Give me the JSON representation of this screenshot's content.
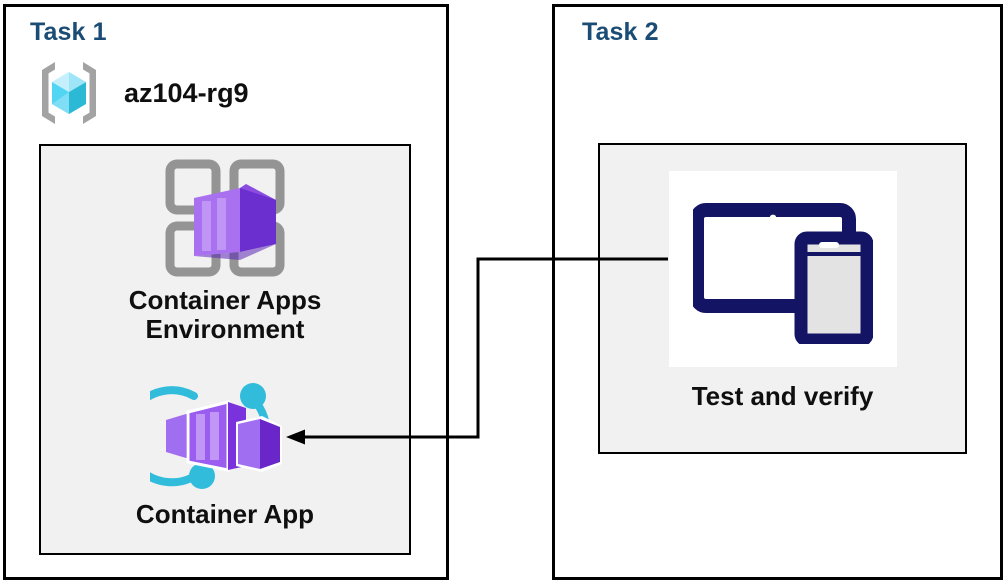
{
  "diagram": {
    "title_color": "#1a4c75",
    "background": "#ffffff",
    "panel_background": "#f1f1f1",
    "border_color": "#000000"
  },
  "task1": {
    "title": "Task 1",
    "resource_group": {
      "label": "az104-rg9",
      "icon": "resource-group-icon",
      "icon_colors": {
        "bracket": "#a3a3a3",
        "cube_light": "#9fe5f8",
        "cube_mid": "#50d5f2",
        "cube_dark": "#2bb9d6"
      }
    },
    "nodes": [
      {
        "id": "container-apps-environment",
        "label": "Container Apps\nEnvironment",
        "icon": "container-apps-environment-icon",
        "icon_colors": {
          "grid": "#949494",
          "box_light": "#b283f0",
          "box_mid": "#8b4ce0",
          "box_dark": "#6b2fd0"
        }
      },
      {
        "id": "container-app",
        "label": "Container App",
        "icon": "container-app-icon",
        "icon_colors": {
          "arc": "#32bcdc",
          "box_light": "#a06ef0",
          "box_mid": "#8b3fe8",
          "box_dark": "#6a26c9"
        }
      }
    ]
  },
  "task2": {
    "title": "Task 2",
    "node": {
      "id": "test-and-verify",
      "label": "Test and verify",
      "icon": "devices-test-icon",
      "icon_colors": {
        "device": "#141464",
        "screen": "#ffffff",
        "phone_screen": "#e3e3e3"
      }
    }
  },
  "connector": {
    "name": "test-to-container-app-arrow",
    "from": "test-and-verify",
    "to": "container-app",
    "color": "#000000",
    "arrowhead": "left"
  }
}
